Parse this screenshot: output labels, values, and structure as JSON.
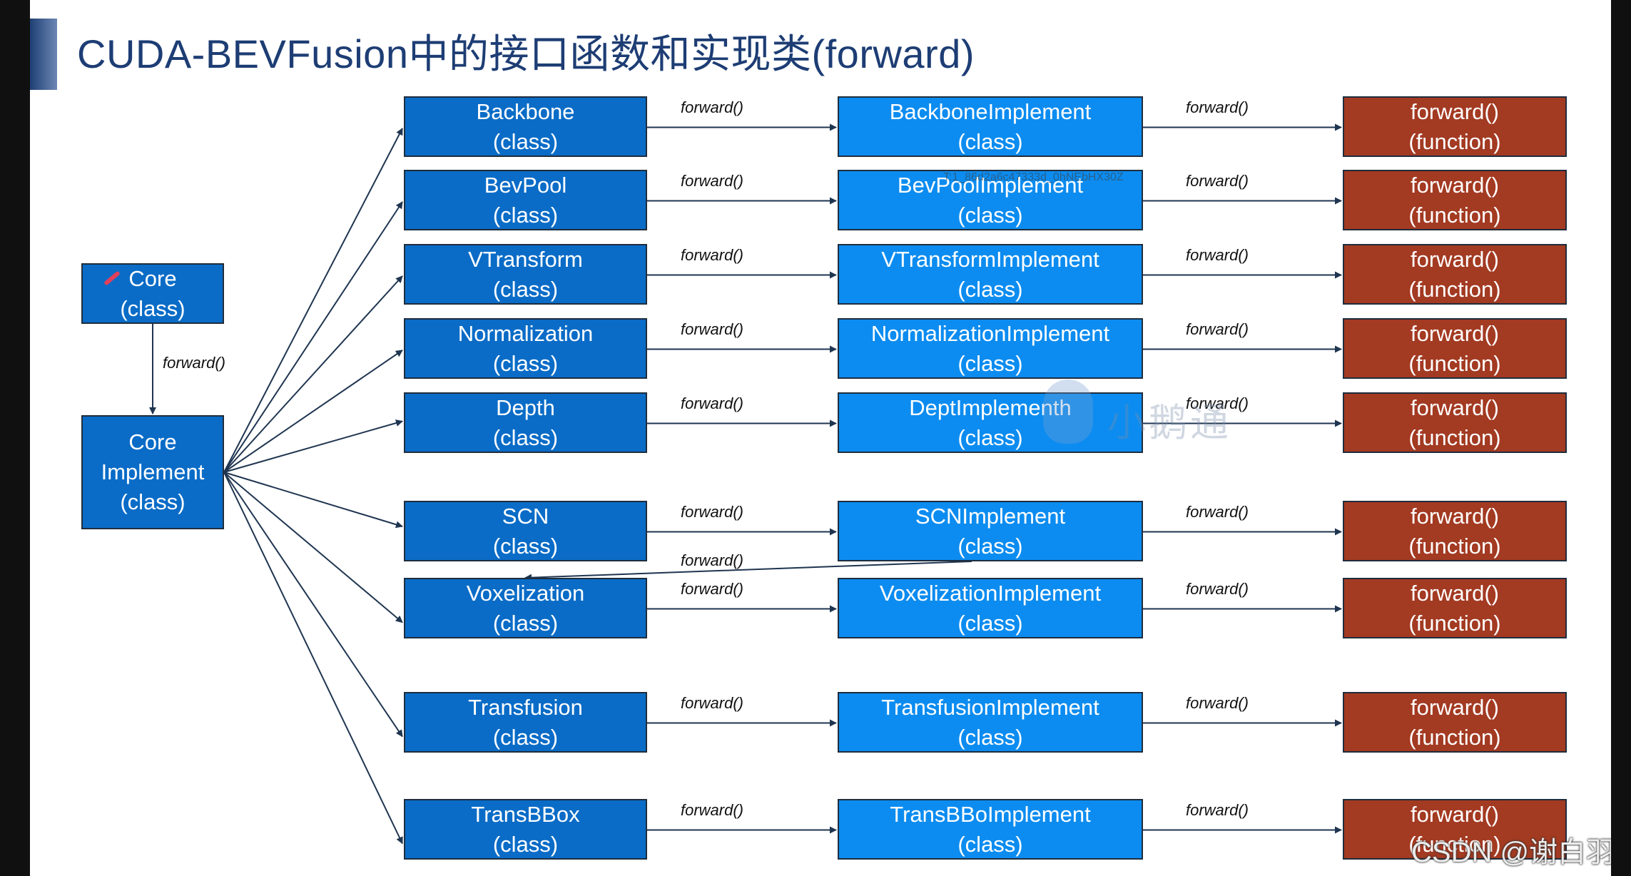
{
  "title": "CUDA-BEVFusion中的接口函数和实现类(forward)",
  "core": {
    "name": "Core",
    "kind": "(class)"
  },
  "core_impl": {
    "line1": "Core",
    "line2": "Implement",
    "kind": "(class)"
  },
  "core_edge_label": "forward()",
  "edge_label": "forward()",
  "modules": [
    {
      "cls": "Backbone",
      "impl": "BackboneImplement"
    },
    {
      "cls": "BevPool",
      "impl": "BevPoolImplement"
    },
    {
      "cls": "VTransform",
      "impl": "VTransformImplement"
    },
    {
      "cls": "Normalization",
      "impl": "NormalizationImplement"
    },
    {
      "cls": "Depth",
      "impl": "DeptImplementh"
    },
    {
      "cls": "SCN",
      "impl": "SCNImplement"
    },
    {
      "cls": "Voxelization",
      "impl": "VoxelizationImplement"
    },
    {
      "cls": "Transfusion",
      "impl": "TransfusionImplement"
    },
    {
      "cls": "TransBBox",
      "impl": "TransBBoImplement"
    }
  ],
  "class_kind": "(class)",
  "function_name": "forward()",
  "function_kind": "(function)",
  "feedback_label": "forward()",
  "overlay_id": "T:1_86d2a6c47333d_0hNEbHX30Z",
  "watermark": "小鹅通",
  "credit": "CSDN @谢白羽",
  "colors": {
    "class_box": "#0a6cc7",
    "implement_box": "#0c8cf0",
    "function_box": "#a33a22",
    "title": "#1d3d74"
  }
}
